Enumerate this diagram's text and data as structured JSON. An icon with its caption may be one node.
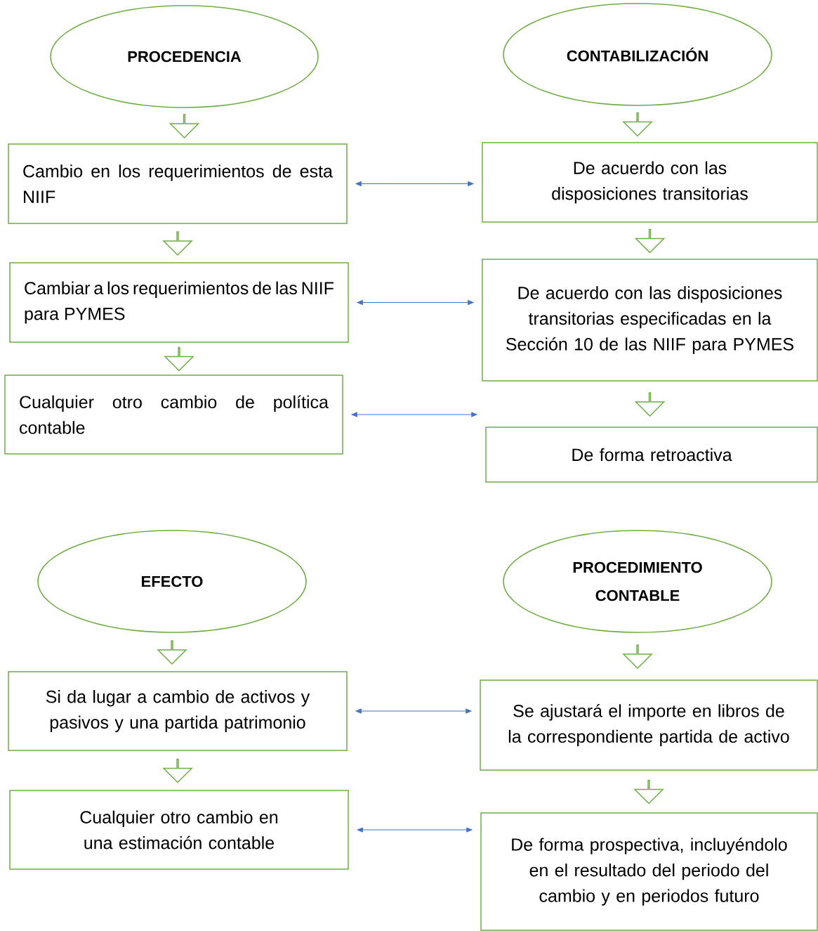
{
  "diagram": {
    "nodes": [
      {
        "text": [
          "PROCEDENCIA"
        ]
      },
      {
        "text": [
          "CONTABILIZACIÓN"
        ]
      },
      {
        "text": [
          "Cambio en los requerimientos de esta NIIF"
        ]
      },
      {
        "text": [
          "De acuerdo con las disposiciones transitorias"
        ]
      },
      {
        "text": [
          "Cambiar a los requerimientos de las NIIF para PYMES"
        ]
      },
      {
        "text": [
          "De acuerdo con las disposiciones transitorias especificadas en la Sección 10 de las NIIF para PYMES"
        ]
      },
      {
        "text": [
          "Cualquier otro cambio de política contable"
        ]
      },
      {
        "text": [
          "De forma retroactiva"
        ]
      },
      {
        "text": [
          "EFECTO"
        ]
      },
      {
        "text": [
          "PROCEDIMIENTO CONTABLE"
        ]
      },
      {
        "text": [
          "Si da lugar a cambio de activos y pasivos y una partida patrimonio"
        ]
      },
      {
        "text": [
          "Se ajustará el importe en libros de la correspondiente partida de activo"
        ]
      },
      {
        "text": [
          "Cualquier otro cambio en una estimación contable"
        ]
      },
      {
        "text": [
          "De forma prospectiva, incluyéndolo en el resultado del periodo del cambio y en periodos futuro"
        ]
      }
    ],
    "edges": [
      {
        "from": 0,
        "to": 2,
        "arrow": "to"
      },
      {
        "from": 2,
        "to": 4,
        "arrow": "to"
      },
      {
        "from": 4,
        "to": 6,
        "arrow": "to"
      },
      {
        "from": 1,
        "to": 3,
        "arrow": "to"
      },
      {
        "from": 3,
        "to": 5,
        "arrow": "to"
      },
      {
        "from": 5,
        "to": 7,
        "arrow": "to"
      },
      {
        "from": 2,
        "to": 3,
        "arrow": "both",
        "color": "#4472c4"
      },
      {
        "from": 4,
        "to": 5,
        "arrow": "both",
        "color": "#4472c4"
      },
      {
        "from": 6,
        "to": 7,
        "arrow": "both",
        "color": "#4472c4"
      },
      {
        "from": 8,
        "to": 10,
        "arrow": "to"
      },
      {
        "from": 10,
        "to": 12,
        "arrow": "to"
      },
      {
        "from": 9,
        "to": 11,
        "arrow": "to"
      },
      {
        "from": 11,
        "to": 13,
        "arrow": "to"
      },
      {
        "from": 10,
        "to": 11,
        "arrow": "both",
        "color": "#4472c4"
      },
      {
        "from": 12,
        "to": 13,
        "arrow": "both",
        "color": "#4472c4"
      }
    ]
  }
}
